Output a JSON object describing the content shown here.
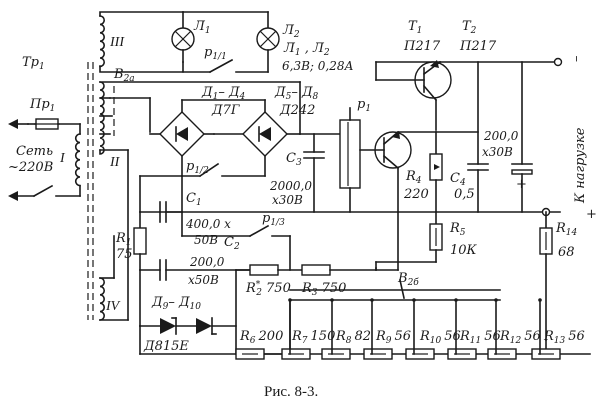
{
  "caption": "Рис. 8-3.",
  "labels": {
    "tr1": "Тр",
    "tr1_sub": "1",
    "pr1": "Пр",
    "pr1_sub": "1",
    "mains_1": "Сеть",
    "mains_2": "~220В",
    "wind_I": "I",
    "wind_II": "II",
    "wind_III": "III",
    "wind_IV": "IV",
    "v2a": "В",
    "v2a_sub": "2а",
    "v2b": "В",
    "v2b_sub": "2б",
    "l1": "Л",
    "l1_sub": "1",
    "l2": "Л",
    "l2_sub": "2",
    "lamps_1": "Л",
    "lamps_1_sub": "1",
    "lamps_sep": " , Л",
    "lamps_2_sub": "2",
    "lamps_val": "6,3В; 0,28А",
    "p1_1": "р",
    "p1_1_sub": "1/1",
    "p1_2": "р",
    "p1_2_sub": "1/2",
    "p1_3": "р",
    "p1_3_sub": "1/3",
    "p1": "р",
    "p1_sub": "1",
    "d1d4": "Д",
    "d1d4_sub1": "1",
    "d1d4_mid": "– Д",
    "d1d4_sub2": "4",
    "d1d4_type": "Д7Г",
    "d5d8": "Д",
    "d5d8_sub1": "5",
    "d5d8_mid": "– Д",
    "d5d8_sub2": "8",
    "d5d8_type": "Д242",
    "c1": "С",
    "c1_sub": "1",
    "c1_val1": "400,0 х",
    "c1_val2": "50В",
    "c2": "С",
    "c2_sub": "2",
    "c2_val1": "200,0",
    "c2_val2": "х50В",
    "c3": "С",
    "c3_sub": "3",
    "c3_val1": "2000,0",
    "c3_val2": "х30В",
    "c4": "С",
    "c4_sub": "4",
    "c4_val": "0,5",
    "c5_val1": "200,0",
    "c5_val2": "х30В",
    "r1": "R",
    "r1_sub": "1",
    "r1_val": "75",
    "d9d10": "Д",
    "d9d10_sub1": "9",
    "d9d10_mid": "– Д",
    "d9d10_sub2": "10",
    "d9d10_type": "Д815Е",
    "t1": "Т",
    "t1_sub": "1",
    "t1_type": "П217",
    "t2": "Т",
    "t2_sub": "2",
    "t2_type": "П217",
    "r4": "R",
    "r4_sub": "4",
    "r4_val": "220",
    "r5": "R",
    "r5_sub": "5",
    "r5_val": "10К",
    "r14": "R",
    "r14_sub": "14",
    "r14_val": "68",
    "r2": "R",
    "r2_sub": "2",
    "r2_star": "*",
    "r2_val": "750",
    "r3": "R",
    "r3_sub": "3",
    "r3_val": "750",
    "r6": "R",
    "r6_sub": "6",
    "r6_val": "200",
    "r7": "R",
    "r7_sub": "7",
    "r7_val": "150",
    "r8": "R",
    "r8_sub": "8",
    "r8_val": "82",
    "r9": "R",
    "r9_sub": "9",
    "r9_val": "56",
    "r10": "R",
    "r10_sub": "10",
    "r10_val": "56",
    "r11": "R",
    "r11_sub": "11",
    "r11_val": "56",
    "r12": "R",
    "r12_sub": "12",
    "r12_val": "56",
    "r13": "R",
    "r13_sub": "13",
    "r13_val": "56",
    "load": "К нагрузке",
    "minus": "–",
    "plus": "+",
    "cap_plus": "+",
    "cap_minus": "–"
  }
}
